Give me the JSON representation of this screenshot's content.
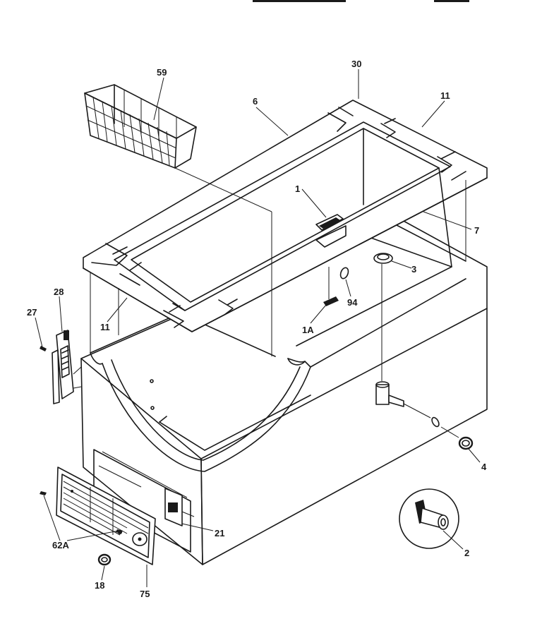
{
  "header": {
    "fragment_left": "",
    "fragment_right": ""
  },
  "callouts": {
    "c59": "59",
    "c30": "30",
    "c6": "6",
    "c11_top": "11",
    "c1": "1",
    "c7": "7",
    "c3": "3",
    "c94": "94",
    "c1a": "1A",
    "c28": "28",
    "c27": "27",
    "c11_left": "11",
    "c4": "4",
    "c21": "21",
    "c2": "2",
    "c62a": "62A",
    "c18": "18",
    "c75": "75"
  }
}
